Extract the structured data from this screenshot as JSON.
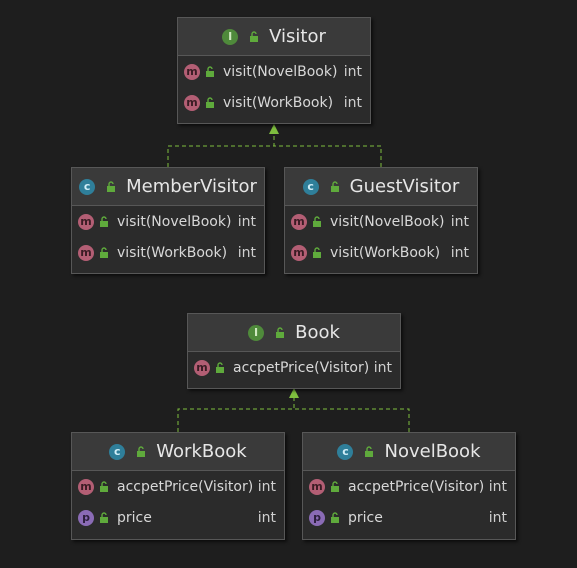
{
  "classes": {
    "visitor": {
      "kind": "I",
      "name": "Visitor",
      "members": [
        {
          "kind": "m",
          "name": "visit(NovelBook)",
          "type": "int"
        },
        {
          "kind": "m",
          "name": "visit(WorkBook)",
          "type": "int"
        }
      ]
    },
    "member_visitor": {
      "kind": "c",
      "name": "MemberVisitor",
      "members": [
        {
          "kind": "m",
          "name": "visit(NovelBook)",
          "type": "int"
        },
        {
          "kind": "m",
          "name": "visit(WorkBook)",
          "type": "int"
        }
      ]
    },
    "guest_visitor": {
      "kind": "c",
      "name": "GuestVisitor",
      "members": [
        {
          "kind": "m",
          "name": "visit(NovelBook)",
          "type": "int"
        },
        {
          "kind": "m",
          "name": "visit(WorkBook)",
          "type": "int"
        }
      ]
    },
    "book": {
      "kind": "I",
      "name": "Book",
      "members": [
        {
          "kind": "m",
          "name": "accpetPrice(Visitor)",
          "type": "int"
        }
      ]
    },
    "work_book": {
      "kind": "c",
      "name": "WorkBook",
      "members": [
        {
          "kind": "m",
          "name": "accpetPrice(Visitor)",
          "type": "int"
        },
        {
          "kind": "p",
          "name": "price",
          "type": "int"
        }
      ]
    },
    "novel_book": {
      "kind": "c",
      "name": "NovelBook",
      "members": [
        {
          "kind": "m",
          "name": "accpetPrice(Visitor)",
          "type": "int"
        },
        {
          "kind": "p",
          "name": "price",
          "type": "int"
        }
      ]
    }
  },
  "colors": {
    "edge": "#7fbf3f",
    "lock": "#5faa3c"
  }
}
